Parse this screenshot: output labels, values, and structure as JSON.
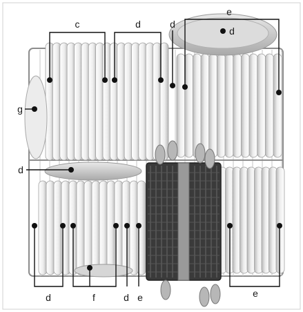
{
  "figure": {
    "labels": {
      "c_top": "c",
      "d_top_1": "d",
      "d_top_2": "d",
      "d_plate": "d",
      "e_top": "e",
      "g_left": "g",
      "d_left": "d",
      "d_bottom_1": "d",
      "f_bottom": "f",
      "d_bottom_2": "d",
      "e_bottom_1": "e",
      "e_bottom_2": "e"
    },
    "colors": {
      "background": "#ffffff",
      "rack_wire": "#8c8c8c",
      "plate_light": "#f4f4f4",
      "plate_shadow": "#b9b9b9",
      "basket": "#3a3a3a",
      "label_ink": "#111111"
    }
  }
}
